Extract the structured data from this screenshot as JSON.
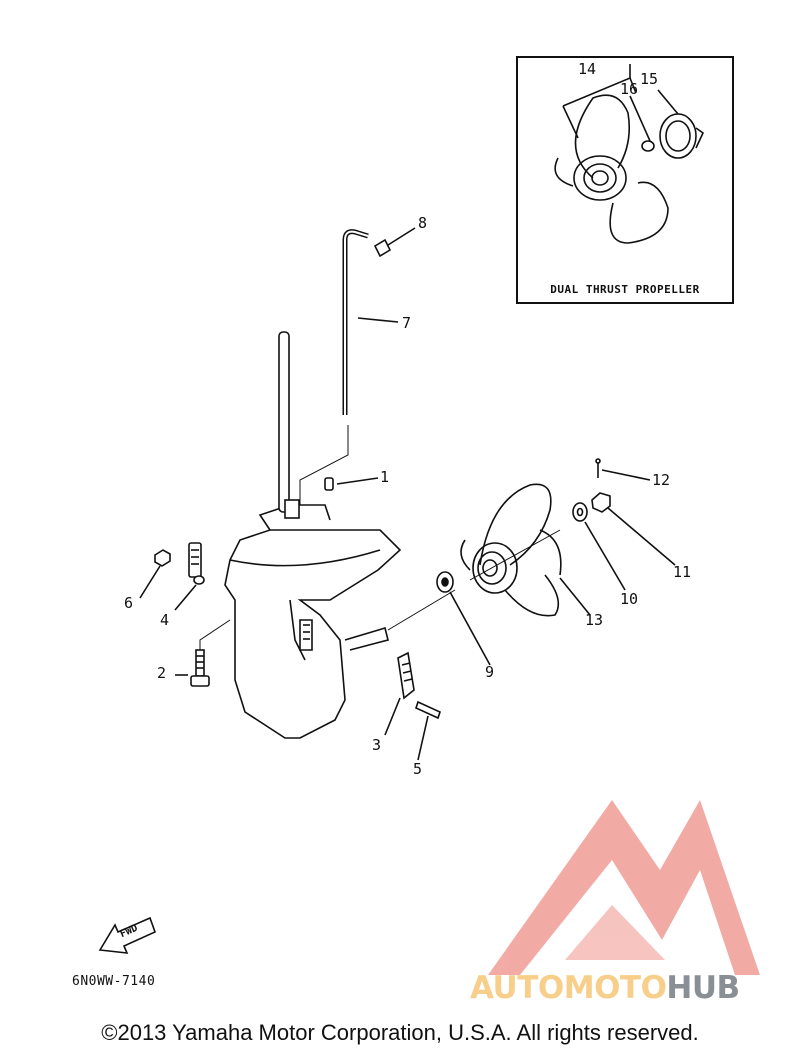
{
  "inset": {
    "caption": "DUAL THRUST PROPELLER"
  },
  "callouts": [
    {
      "id": "1",
      "label": "1"
    },
    {
      "id": "2",
      "label": "2"
    },
    {
      "id": "3",
      "label": "3"
    },
    {
      "id": "4",
      "label": "4"
    },
    {
      "id": "5",
      "label": "5"
    },
    {
      "id": "6",
      "label": "6"
    },
    {
      "id": "7",
      "label": "7"
    },
    {
      "id": "8",
      "label": "8"
    },
    {
      "id": "9",
      "label": "9"
    },
    {
      "id": "10",
      "label": "10"
    },
    {
      "id": "11",
      "label": "11"
    },
    {
      "id": "12",
      "label": "12"
    },
    {
      "id": "13",
      "label": "13"
    },
    {
      "id": "14",
      "label": "14"
    },
    {
      "id": "15",
      "label": "15"
    },
    {
      "id": "16",
      "label": "16"
    }
  ],
  "fwd_label": "FWD",
  "part_code": "6N0WW-7140",
  "copyright": "©2013 Yamaha Motor Corporation, U.S.A. All rights reserved.",
  "watermark": {
    "part1": "AUTO",
    "part2": "MOTO",
    "part3": "HUB",
    "logo_color": "#f2a6a0",
    "text_color_warm": "#f7cf8a",
    "text_color_grey": "#8a8f96"
  }
}
